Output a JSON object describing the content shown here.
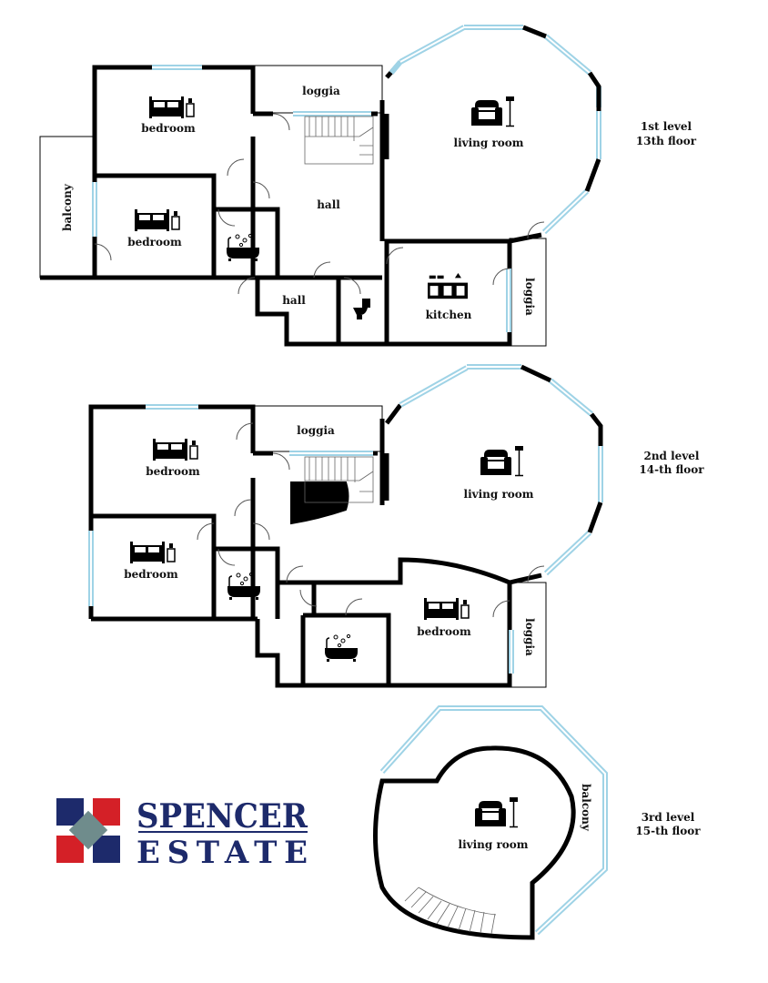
{
  "colors": {
    "wall": "#000000",
    "window": "#9fd3e6",
    "logo_blue": "#1d2a6b",
    "logo_red": "#d42027",
    "logo_gray": "#6f8c8c"
  },
  "logo": {
    "line1": "SPENCER",
    "line2": "ESTATE"
  },
  "levels": [
    {
      "title": "1st level",
      "floor": "13th floor",
      "rooms": {
        "bedroom_top": "bedroom",
        "bedroom_bottom": "bedroom",
        "balcony": "balcony",
        "loggia_top": "loggia",
        "hall": "hall",
        "hall_small": "hall",
        "living": "living room",
        "kitchen": "kitchen",
        "loggia_right": "loggia"
      }
    },
    {
      "title": "2nd level",
      "floor": "14-th floor",
      "rooms": {
        "bedroom_top": "bedroom",
        "bedroom_bottom": "bedroom",
        "loggia_top": "loggia",
        "living": "living room",
        "bedroom_right": "bedroom",
        "loggia_right": "loggia"
      }
    },
    {
      "title": "3rd level",
      "floor": "15-th floor",
      "rooms": {
        "living": "living room",
        "balcony": "balcony"
      }
    }
  ]
}
